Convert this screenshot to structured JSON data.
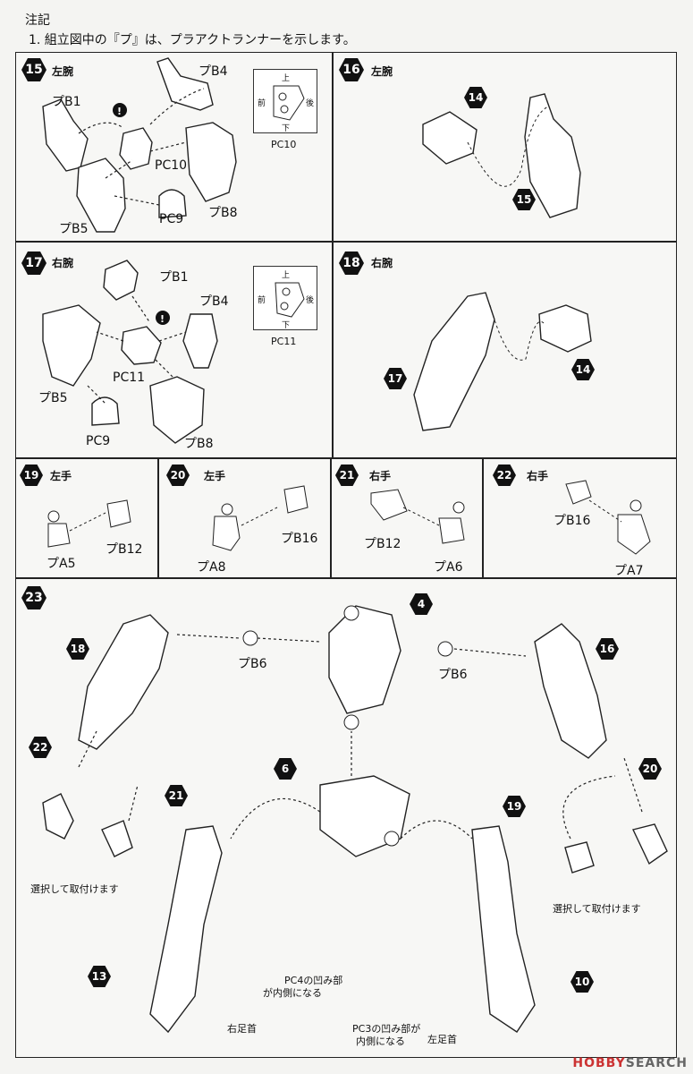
{
  "header": {
    "title": "注記",
    "note": "1. 組立図中の『プ』は、プラアクトランナーを示します。"
  },
  "steps": {
    "s15": {
      "num": "15",
      "title": "左腕",
      "parts": [
        "プB4",
        "プB1",
        "PC10",
        "PC9",
        "プB8",
        "プB5"
      ],
      "pc": "PC10"
    },
    "s16": {
      "num": "16",
      "title": "左腕",
      "refs": [
        "14",
        "15"
      ]
    },
    "s17": {
      "num": "17",
      "title": "右腕",
      "parts": [
        "プB1",
        "プB4",
        "PC11",
        "プB5",
        "PC9",
        "プB8"
      ],
      "pc": "PC11"
    },
    "s18": {
      "num": "18",
      "title": "右腕",
      "refs": [
        "17",
        "14"
      ]
    },
    "s19": {
      "num": "19",
      "title": "左手",
      "parts": [
        "プB12",
        "プA5"
      ]
    },
    "s20": {
      "num": "20",
      "title": "左手",
      "parts": [
        "プB16",
        "プA8"
      ]
    },
    "s21": {
      "num": "21",
      "title": "右手",
      "parts": [
        "プB12",
        "プA6"
      ]
    },
    "s22": {
      "num": "22",
      "title": "右手",
      "parts": [
        "プB16",
        "プA7"
      ]
    },
    "s23": {
      "num": "23",
      "refs": [
        "18",
        "4",
        "16",
        "22",
        "21",
        "6",
        "19",
        "20",
        "13",
        "10"
      ],
      "parts": [
        "プB6",
        "プB6"
      ],
      "select_note": "選択して取付けます",
      "pc4_note": [
        "PC4の凹み部",
        "が内側になる"
      ],
      "pc3_note": [
        "PC3の凹み部が",
        "内側になる"
      ],
      "right_ankle": "右足首",
      "left_ankle": "左足首"
    }
  },
  "pc_dirs": {
    "up": "上",
    "down": "下",
    "front": "前",
    "back": "後"
  },
  "watermark": {
    "brand": "HOBBY",
    "suffix": "SEARCH"
  }
}
